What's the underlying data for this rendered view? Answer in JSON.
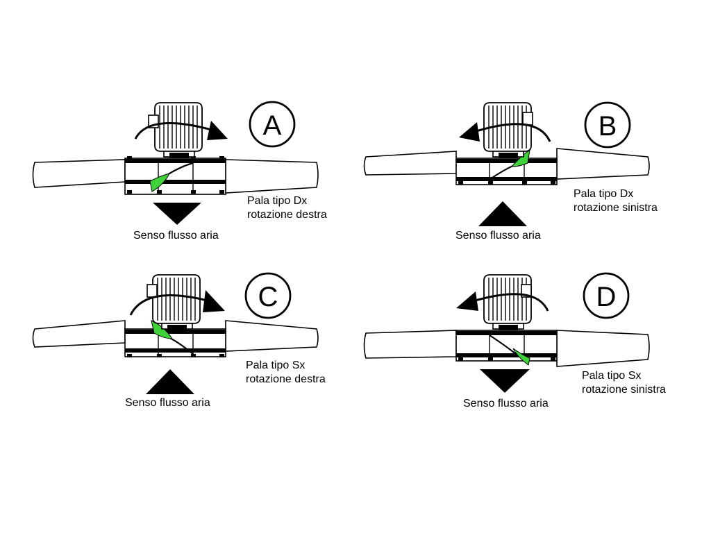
{
  "colors": {
    "ink": "#000000",
    "blade_accent": "#3fd23a",
    "background": "#ffffff"
  },
  "panels": [
    {
      "id": "A",
      "letter": "A",
      "blade_type": "Pala tipo Dx",
      "rotation": "rotazione destra",
      "flow_label": "Senso flusso aria",
      "rotation_direction": "right",
      "flow_direction": "down",
      "blade_hand": "Dx"
    },
    {
      "id": "B",
      "letter": "B",
      "blade_type": "Pala tipo Dx",
      "rotation": "rotazione sinistra",
      "flow_label": "Senso flusso aria",
      "rotation_direction": "left",
      "flow_direction": "up",
      "blade_hand": "Dx"
    },
    {
      "id": "C",
      "letter": "C",
      "blade_type": "Pala tipo Sx",
      "rotation": "rotazione destra",
      "flow_label": "Senso flusso aria",
      "rotation_direction": "right",
      "flow_direction": "up",
      "blade_hand": "Sx"
    },
    {
      "id": "D",
      "letter": "D",
      "blade_type": "Pala tipo Sx",
      "rotation": "rotazione sinistra",
      "flow_label": "Senso flusso aria",
      "rotation_direction": "left",
      "flow_direction": "down",
      "blade_hand": "Sx"
    }
  ]
}
